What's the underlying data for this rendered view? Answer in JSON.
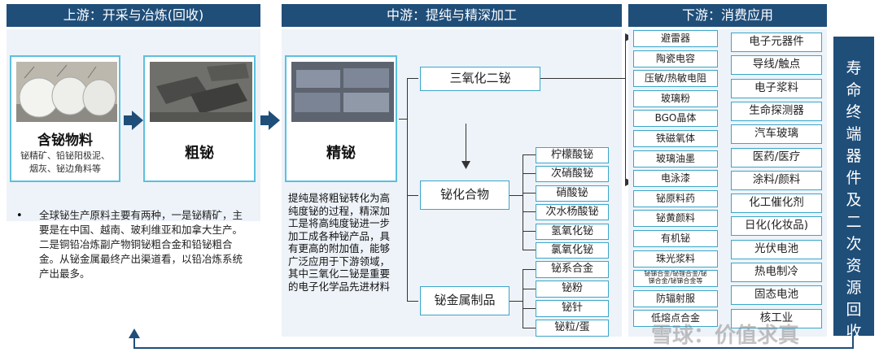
{
  "headers": {
    "upstream": "上游：开采与冶炼(回收)",
    "midstream": "中游：提纯与精深加工",
    "downstream": "下游：消费应用"
  },
  "upstream": {
    "ore_title": "含铋物料",
    "ore_sub": "铋精矿、铅铋阳极泥、\n烟灰、铋边角料等",
    "crude_title": "粗铋",
    "bullet": "•",
    "description": "全球铋生产原料主要有两种，一是铋精矿，主要是在中国、越南、玻利维亚和加拿大生产。二是铜铅冶炼副产物铜铋粗合金和铅铋粗合金。从铋金属最终产出渠道看，以铅冶炼系统产出最多。"
  },
  "midstream": {
    "refined_title": "精铋",
    "description": "提纯是将粗铋转化为高纯度铋的过程，精深加工是将高纯度铋进一步加工成各种铋产品，具有更高的附加值，能够广泛应用于下游领域，其中三氧化二铋是重要的电子化学品先进材料",
    "trioxide": "三氧化二铋",
    "compounds": "铋化合物",
    "metal_products": "铋金属制品",
    "compound_items": [
      "柠檬酸铋",
      "次硝酸铋",
      "硝酸铋",
      "次水杨酸铋",
      "氢氧化铋",
      "氯氧化铋"
    ],
    "metal_items": [
      "铋系合金",
      "铋粉",
      "铋针",
      "铋粒/蛋"
    ]
  },
  "downstream": {
    "left_items": [
      "避雷器",
      "陶瓷电容",
      "压敏/热敏电阻",
      "玻璃粉",
      "BGO晶体",
      "铁磁氧体",
      "玻璃油墨",
      "电泳漆",
      "铋原料药",
      "铋黄颜料",
      "有机铋",
      "珠光浆料",
      "铋锑合金/铋锂合金/铋\n锑合金/铋锑合金等",
      "防辐射服",
      "低熔点合金"
    ],
    "right_items": [
      "电子元器件",
      "导线/触点",
      "电子浆料",
      "生命探测器",
      "汽车玻璃",
      "医药/医疗",
      "涂料/颜料",
      "化工催化剂",
      "日化(化妆品)",
      "光伏电池",
      "热电制冷",
      "固态电池",
      "核工业"
    ],
    "side_label": "寿命终端器件及二次资源回收"
  },
  "watermark": "雪球：价值求真",
  "colors": {
    "header": "#1f4e79",
    "border": "#3aa6c9",
    "panel": "#eef3f9",
    "arrow": "#1f4e79"
  }
}
